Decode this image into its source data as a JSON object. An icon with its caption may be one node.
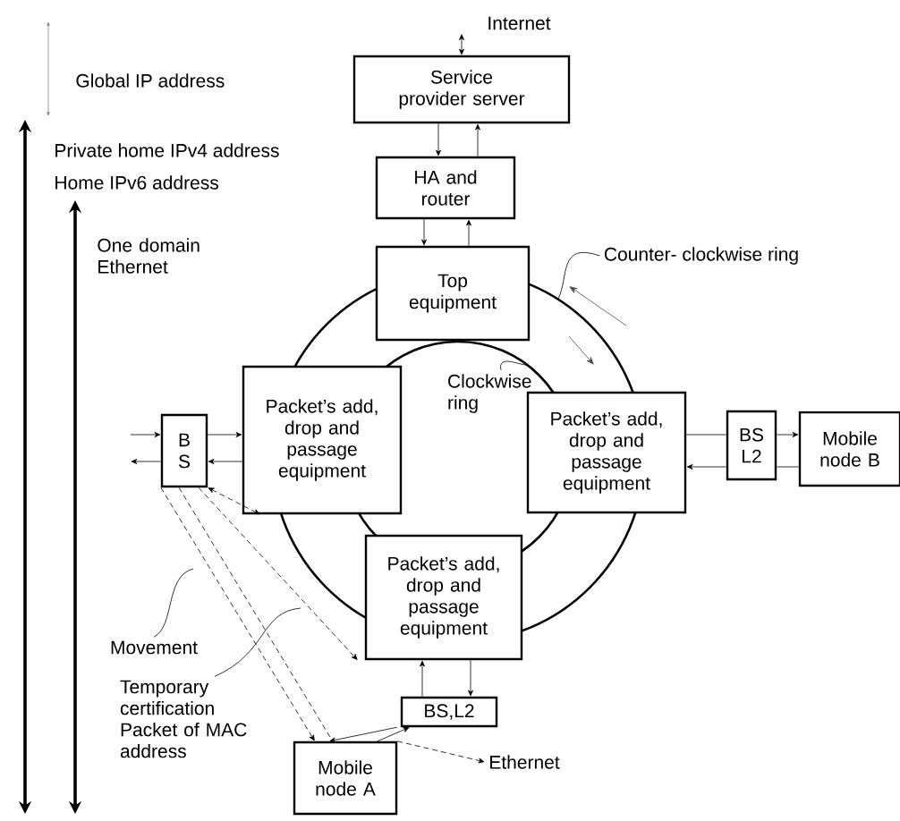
{
  "diagram": {
    "nodes": [
      {
        "text": [
          "Internet"
        ]
      },
      {
        "text": [
          "Service provider server"
        ]
      },
      {
        "text": [
          "HA and router"
        ]
      },
      {
        "text": [
          "Top equipment"
        ]
      },
      {
        "text": [
          "Packet’s add, drop and passage equipment"
        ]
      },
      {
        "text": [
          "B S"
        ]
      },
      {
        "text": [
          "Packet’s add, drop and passage equipment"
        ]
      },
      {
        "text": [
          "BS L2"
        ]
      },
      {
        "text": [
          "Mobile node B"
        ]
      },
      {
        "text": [
          "Packet’s add, drop and passage equipment"
        ]
      },
      {
        "text": [
          "BS,L2"
        ]
      },
      {
        "text": [
          "Mobile node A"
        ]
      },
      {
        "text": [
          "Ethernet"
        ]
      },
      {
        "text": [
          "Counter- clockwise ring"
        ]
      },
      {
        "text": [
          "Clockwise ring"
        ]
      },
      {
        "text": [
          "Movement"
        ]
      },
      {
        "text": [
          "Temporary certification Packet of MAC address"
        ]
      }
    ],
    "edges": [
      {
        "from": 1,
        "to": 0,
        "arrow": "both"
      },
      {
        "from": 1,
        "to": 2,
        "arrow": "to"
      },
      {
        "from": 2,
        "to": 1,
        "arrow": "to"
      },
      {
        "from": 2,
        "to": 3,
        "arrow": "to"
      },
      {
        "from": 3,
        "to": 2,
        "arrow": "to"
      },
      {
        "from": 5,
        "to": 4,
        "arrow": "to"
      },
      {
        "from": 4,
        "to": 5,
        "arrow": "to"
      },
      {
        "from": null,
        "to": 5,
        "arrow": "to"
      },
      {
        "from": 5,
        "to": null,
        "arrow": "to"
      },
      {
        "from": 6,
        "to": 7,
        "arrow": "none"
      },
      {
        "from": 7,
        "to": 8,
        "arrow": "to"
      },
      {
        "from": 7,
        "to": 6,
        "arrow": "to"
      },
      {
        "from": 8,
        "to": 7,
        "arrow": "none"
      },
      {
        "from": 10,
        "to": 9,
        "arrow": "to"
      },
      {
        "from": 9,
        "to": 10,
        "arrow": "to"
      },
      {
        "from": 10,
        "to": 11,
        "arrow": "to"
      },
      {
        "from": 11,
        "to": 10,
        "arrow": "to"
      },
      {
        "from": 11,
        "to": 12,
        "arrow": "to",
        "style": "dashed"
      },
      {
        "from": 5,
        "to": 11,
        "arrow": "to",
        "style": "dashed"
      },
      {
        "from": 5,
        "to": 11,
        "arrow": "none",
        "style": "dashed"
      },
      {
        "from": 5,
        "to": 9,
        "arrow": "to",
        "style": "dashed"
      },
      {
        "from": 5,
        "to": 4,
        "arrow": "both",
        "style": "dashed"
      },
      {
        "from": 13,
        "to": null,
        "arrow": "none"
      },
      {
        "from": 14,
        "to": null,
        "arrow": "none"
      },
      {
        "from": 15,
        "to": null,
        "arrow": "none"
      },
      {
        "from": 16,
        "to": null,
        "arrow": "none"
      }
    ],
    "labels": [
      "Global IP address",
      "Private home IPv4 address",
      "Home IPv6 address",
      "One domain Ethernet"
    ]
  }
}
